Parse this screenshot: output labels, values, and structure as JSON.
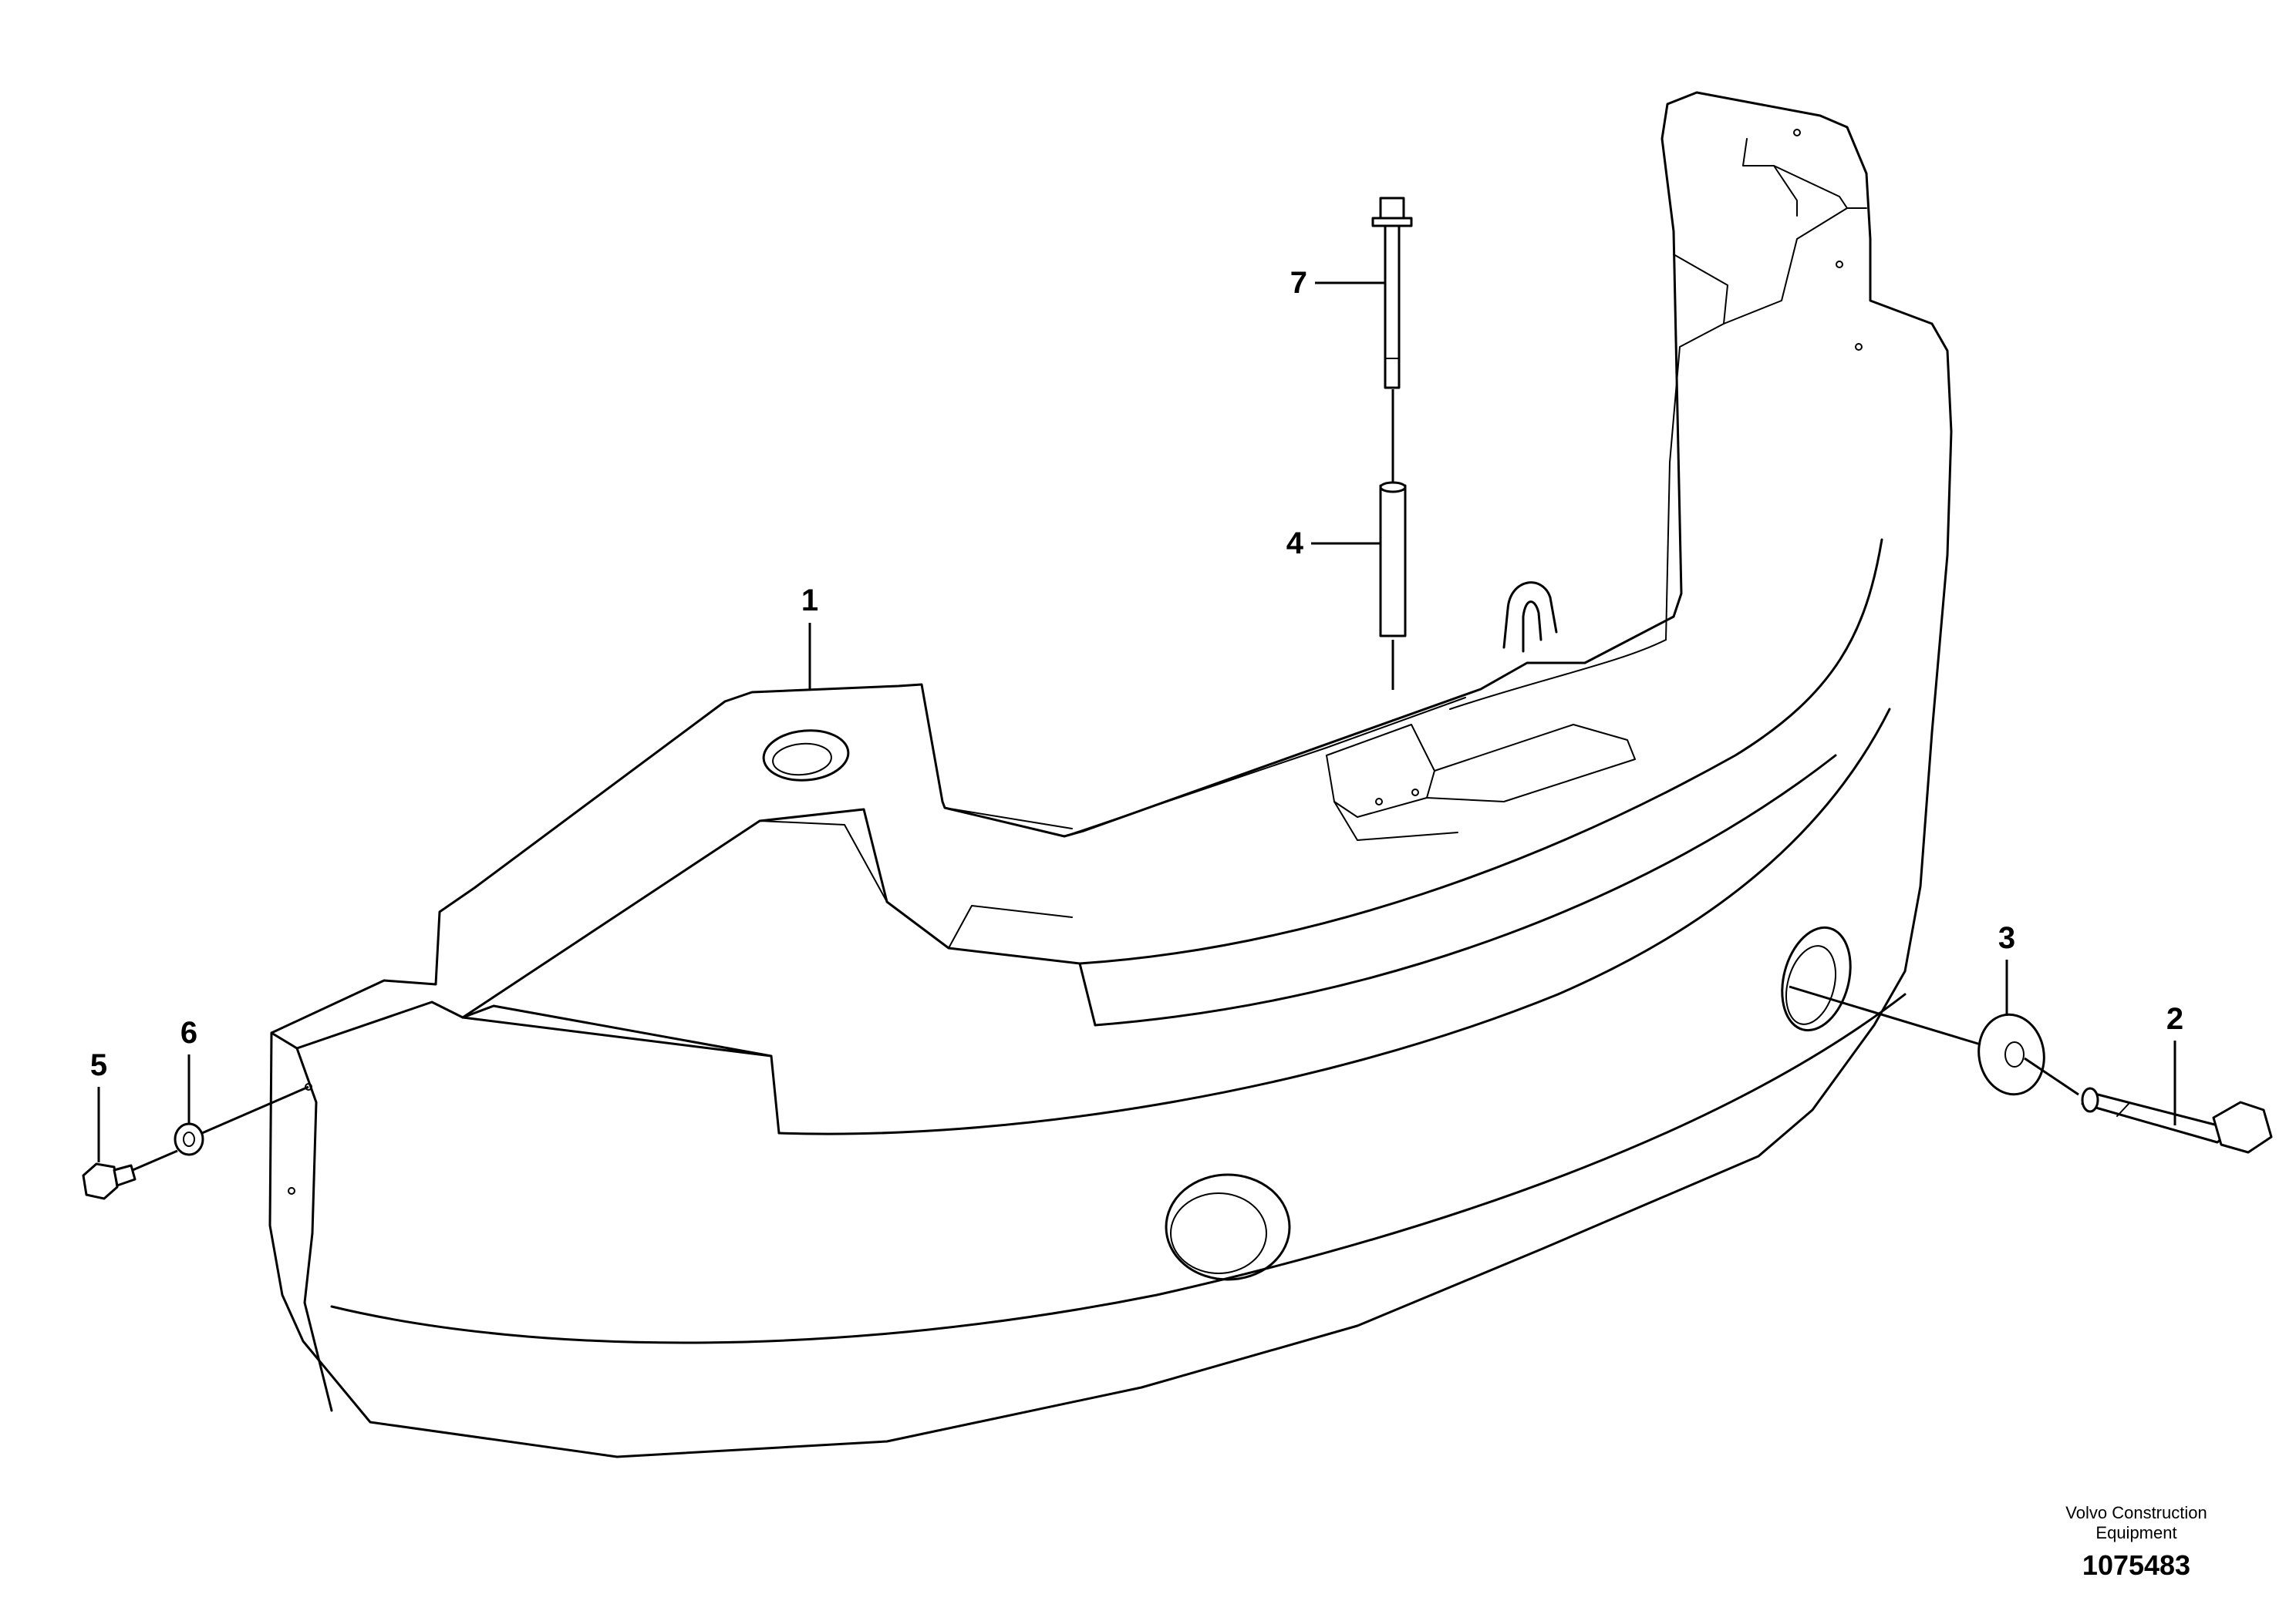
{
  "callouts": [
    {
      "id": "1",
      "label": "1",
      "part": "counterweight"
    },
    {
      "id": "2",
      "label": "2",
      "part": "bolt"
    },
    {
      "id": "3",
      "label": "3",
      "part": "washer"
    },
    {
      "id": "4",
      "label": "4",
      "part": "spacer-sleeve"
    },
    {
      "id": "5",
      "label": "5",
      "part": "screw"
    },
    {
      "id": "6",
      "label": "6",
      "part": "washer"
    },
    {
      "id": "7",
      "label": "7",
      "part": "bolt"
    }
  ],
  "footer": {
    "brand_line1": "Volvo Construction",
    "brand_line2": "Equipment",
    "drawing_number": "1075483"
  }
}
